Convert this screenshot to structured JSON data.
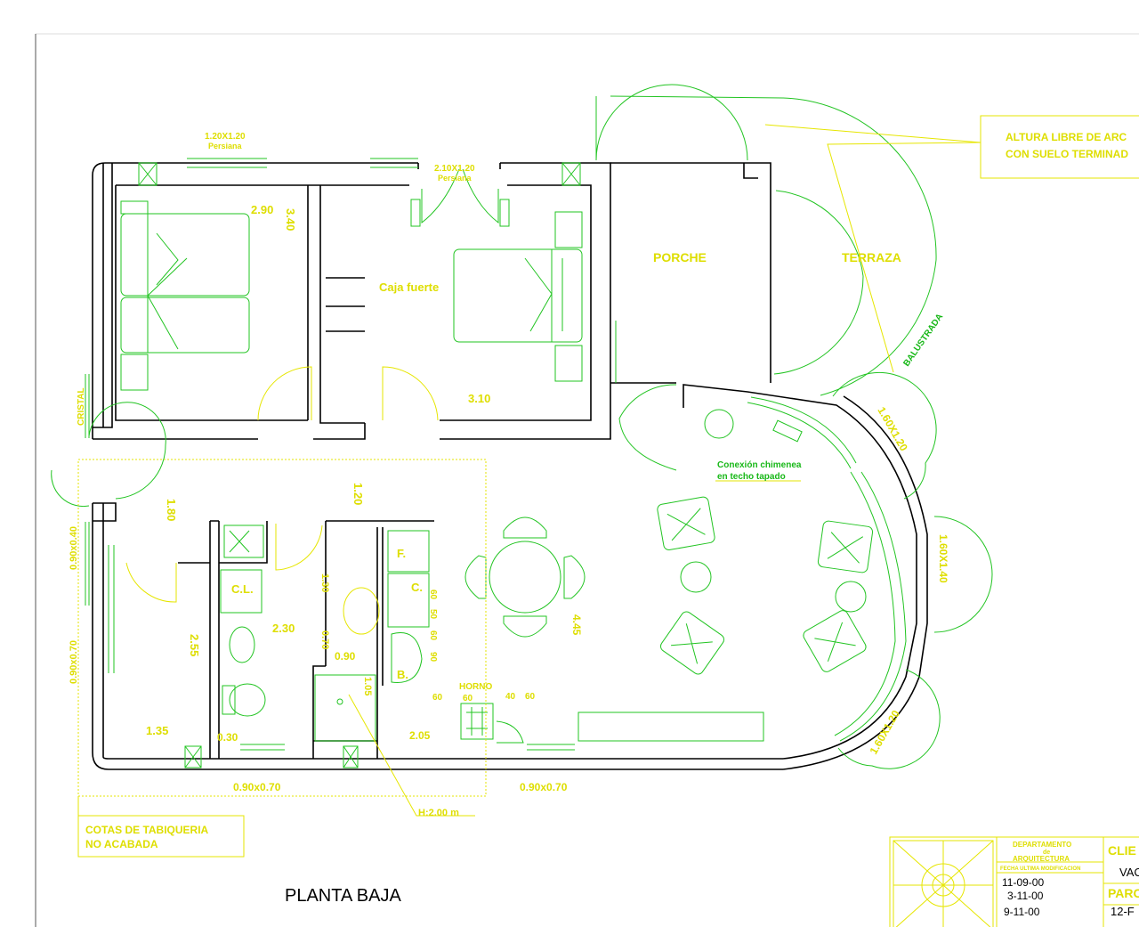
{
  "title": "PLANTA BAJA",
  "rooms": {
    "porche": "PORCHE",
    "terraza": "TERRAZA",
    "caja_fuerte": "Caja fuerte",
    "cl": "C.L.",
    "f": "F.",
    "c": "C.",
    "b": "B.",
    "horno": "HORNO",
    "cristal": "CRISTAL",
    "balustrada": "BALUSTRADA"
  },
  "windows": {
    "w1": "1.20X1.20",
    "w1_sub": "Persiana",
    "w2": "2.10X1.20",
    "w2_sub": "Persiana",
    "w3": "1.60X1.20",
    "w4": "1.60X1.40",
    "w5": "1.60X1.20",
    "w6": "0.90x0.40",
    "w7": "0.90x0.70",
    "w8": "0.90x0.70",
    "w9": "0.90x0.70"
  },
  "dimensions": {
    "d290": "2.90",
    "d340": "3.40",
    "d310": "3.10",
    "d180": "1.80",
    "d120": "1.20",
    "d255": "2.55",
    "d230": "2.30",
    "d135": "1.35",
    "d030": "0.30",
    "d130": "1.30",
    "d070": "0.70",
    "d090": "0.90",
    "d105": "1.05",
    "d205": "2.05",
    "d445": "4.45",
    "d60a": "60",
    "d40": "40",
    "d60b": "60",
    "d60c": "60",
    "d50": "50",
    "d60d": "60",
    "d90": "90",
    "d60e": "60",
    "h200": "H:2.00 m"
  },
  "notes": {
    "chimenea1": "Conexión chimenea",
    "chimenea2": "en techo tapado",
    "cotas1": "COTAS DE TABIQUERIA",
    "cotas2": "NO ACABADA",
    "altura1": "ALTURA LIBRE DE ARC",
    "altura2": "CON SUELO TERMINAD"
  },
  "title_block": {
    "dept1": "DEPARTAMENTO",
    "dept2": "de",
    "dept3": "ARQUITECTURA",
    "mod": "FECHA ULTIMA MODIFICACION",
    "date1": "11-09-00",
    "date2": "3-11-00",
    "date3": "9-11-00",
    "cliente": "CLIE",
    "cliente_val": "VAC",
    "parcela": "PARC",
    "parcela_val": "12-F"
  }
}
